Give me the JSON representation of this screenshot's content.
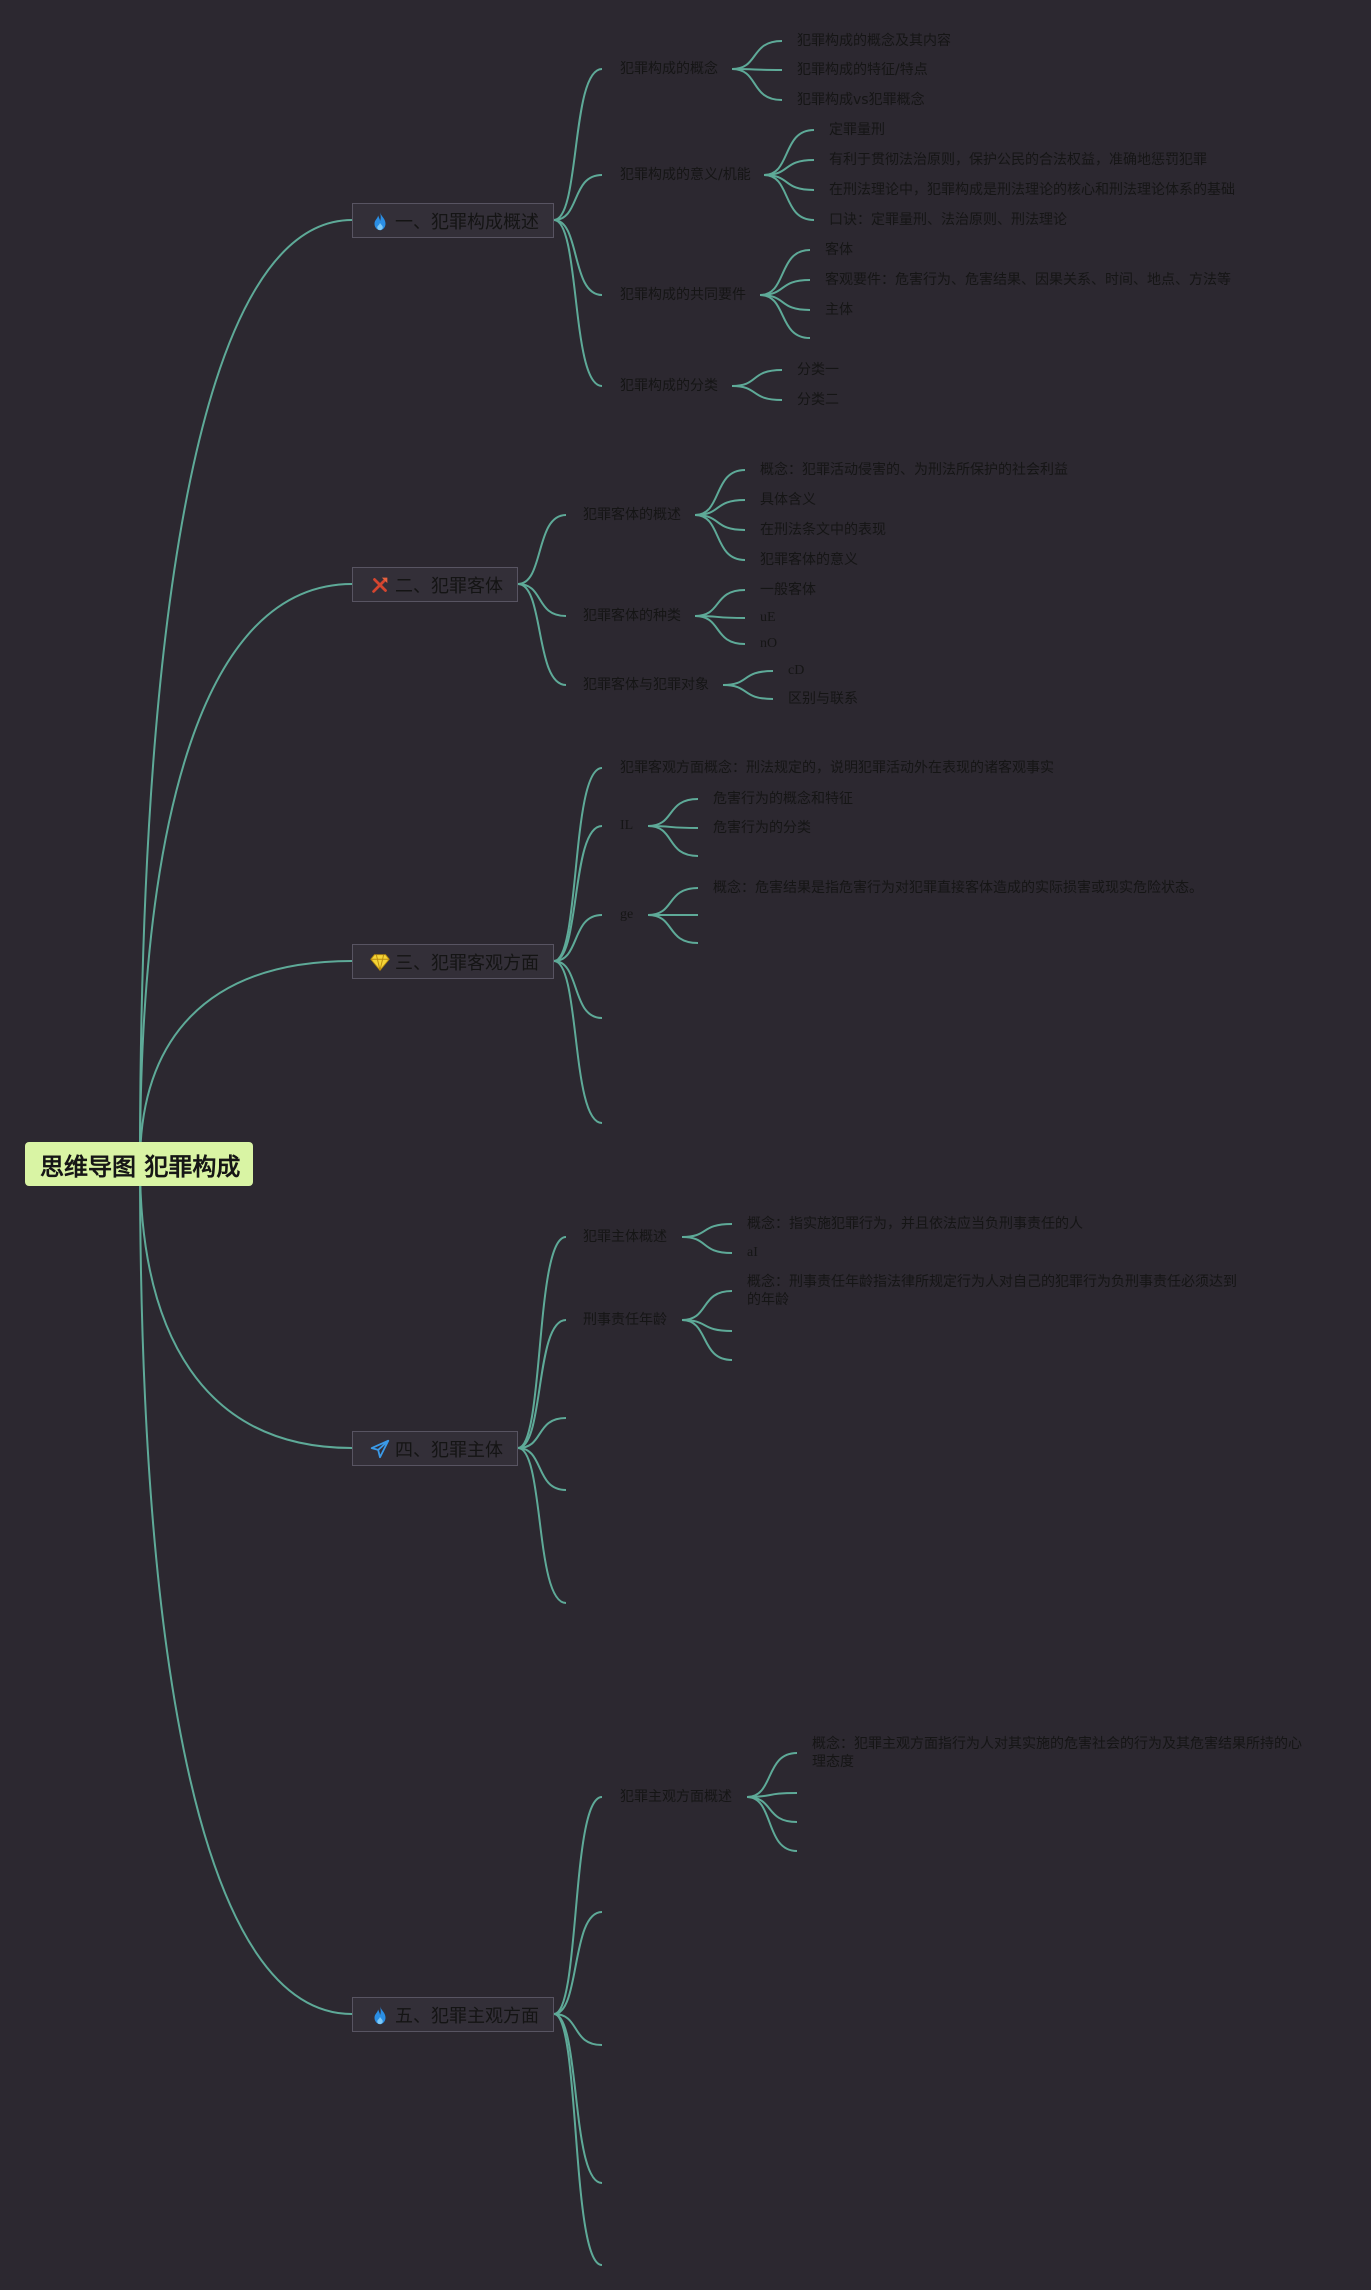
{
  "root": {
    "label": "思维导图 犯罪构成"
  },
  "colors": {
    "background": "#2c2830",
    "edge": "#5eaa98",
    "root_fill": "#d9f4a4",
    "branch_border": "#585462"
  },
  "branches": [
    {
      "label": "一、犯罪构成概述",
      "icon": "fire-icon",
      "children": [
        {
          "label": "犯罪构成的概念",
          "children": [
            "犯罪构成的概念及其内容",
            "犯罪构成的特征/特点",
            "犯罪构成vs犯罪概念"
          ]
        },
        {
          "label": "犯罪构成的意义/机能",
          "children": [
            "定罪量刑",
            "有利于贯彻法治原则，保护公民的合法权益，准确地惩罚犯罪",
            "在刑法理论中，犯罪构成是刑法理论的核心和刑法理论体系的基础",
            "口诀：定罪量刑、法治原则、刑法理论"
          ]
        },
        {
          "label": "犯罪构成的共同要件",
          "children": [
            "客体",
            "客观要件：危害行为、危害结果、因果关系、时间、地点、方法等",
            "主体",
            ""
          ]
        },
        {
          "label": "犯罪构成的分类",
          "children": [
            "分类一",
            "分类二"
          ]
        }
      ]
    },
    {
      "label": "二、犯罪客体",
      "icon": "crossed-tools-icon",
      "children": [
        {
          "label": "犯罪客体的概述",
          "children": [
            "概念：犯罪活动侵害的、为刑法所保护的社会利益",
            "具体含义",
            "在刑法条文中的表现",
            "犯罪客体的意义"
          ]
        },
        {
          "label": "犯罪客体的种类",
          "children": [
            "一般客体",
            "uE",
            "nO"
          ]
        },
        {
          "label": "犯罪客体与犯罪对象",
          "children": [
            "cD",
            "区别与联系"
          ]
        }
      ]
    },
    {
      "label": "三、犯罪客观方面",
      "icon": "diamond-icon",
      "children": [
        {
          "label": "犯罪客观方面概念：刑法规定的，说明犯罪活动外在表现的诸客观事实",
          "children": []
        },
        {
          "label": "IL",
          "children": [
            "危害行为的概念和特征",
            "危害行为的分类",
            ""
          ]
        },
        {
          "label": "ge",
          "children": [
            "概念：危害结果是指危害行为对犯罪直接客体造成的实际损害或现实危险状态。",
            "",
            ""
          ]
        },
        {
          "label": "",
          "children": []
        },
        {
          "label": "",
          "children": []
        }
      ]
    },
    {
      "label": "四、犯罪主体",
      "icon": "paper-plane-icon",
      "children": [
        {
          "label": "犯罪主体概述",
          "children": [
            "概念：指实施犯罪行为，并且依法应当负刑事责任的人",
            "aI"
          ]
        },
        {
          "label": "刑事责任年龄",
          "children": [
            "概念：刑事责任年龄指法律所规定行为人对自己的犯罪行为负刑事责任必须达到的年龄",
            "",
            ""
          ]
        },
        {
          "label": "",
          "children": []
        },
        {
          "label": "",
          "children": []
        },
        {
          "label": "",
          "children": []
        }
      ]
    },
    {
      "label": "五、犯罪主观方面",
      "icon": "fire-icon",
      "children": [
        {
          "label": "犯罪主观方面概述",
          "children": [
            "概念：犯罪主观方面指行为人对其实施的危害社会的行为及其危害结果所持的心理态度",
            "",
            "",
            ""
          ]
        },
        {
          "label": "",
          "children": []
        },
        {
          "label": "",
          "children": []
        },
        {
          "label": "",
          "children": []
        },
        {
          "label": "",
          "children": []
        }
      ]
    }
  ]
}
